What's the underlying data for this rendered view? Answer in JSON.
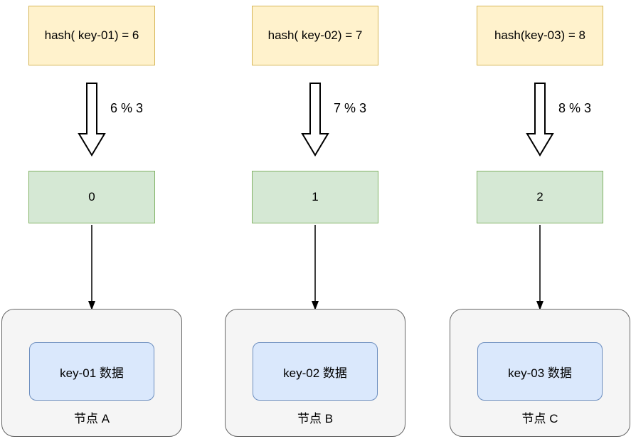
{
  "colors": {
    "hash-fill": "#fff2cc",
    "hash-border": "#d6b656",
    "slot-fill": "#d5e8d4",
    "slot-border": "#82b366",
    "node-fill": "#f5f5f5",
    "node-border": "#666666",
    "data-fill": "#dae8fc",
    "data-border": "#6c8ebf",
    "arrow-stroke": "#000000"
  },
  "columns": [
    {
      "hash_label": "hash( key-01) = 6",
      "mod_label": "6 % 3",
      "slot": "0",
      "data_label": "key-01 数据",
      "node_label": "节点 A"
    },
    {
      "hash_label": "hash( key-02) = 7",
      "mod_label": "7 % 3",
      "slot": "1",
      "data_label": "key-02 数据",
      "node_label": "节点 B"
    },
    {
      "hash_label": "hash(key-03) = 8",
      "mod_label": "8 % 3",
      "slot": "2",
      "data_label": "key-03 数据",
      "node_label": "节点 C"
    }
  ]
}
